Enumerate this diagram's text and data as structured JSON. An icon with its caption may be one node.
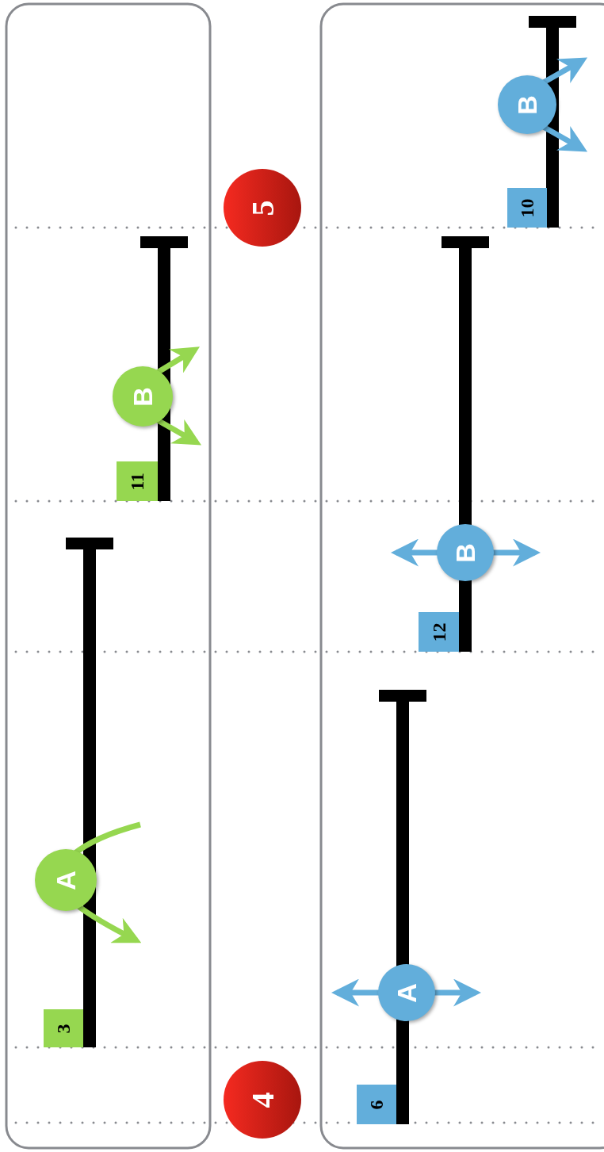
{
  "diagram": {
    "labels": [
      "11",
      "B",
      "3",
      "A",
      "5",
      "4",
      "10",
      "B",
      "12",
      "B",
      "6",
      "A"
    ]
  }
}
